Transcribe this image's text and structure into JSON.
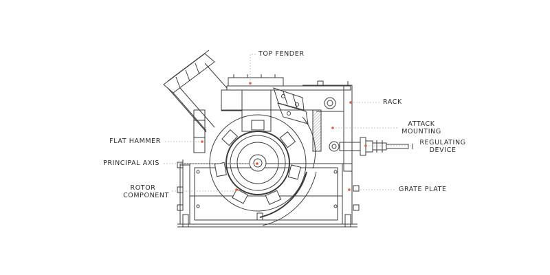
{
  "labels": {
    "top_fender": "TOP FENDER",
    "rack": "RACK",
    "attack_mounting": [
      "ATTACK",
      "MOUNTING"
    ],
    "regulating_device": [
      "REGULATING",
      "DEVICE"
    ],
    "grate_plate": "GRATE PLATE",
    "flat_hammer": "FLAT HAMMER",
    "principal_axis": "PRINCIPAL AXIS",
    "rotor_component": [
      "ROTOR",
      "COMPONENT"
    ]
  },
  "colors": {
    "line": "#3a3a3a",
    "leader": "#b0b0b0",
    "accent": "#e4572e",
    "hatch": "#9a9a9a"
  }
}
